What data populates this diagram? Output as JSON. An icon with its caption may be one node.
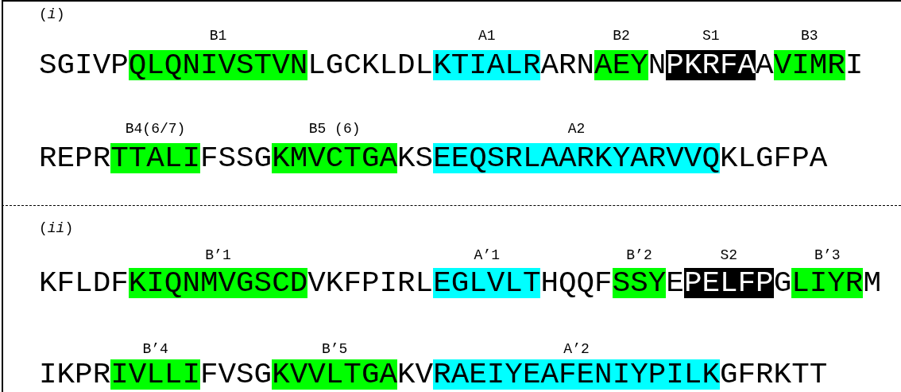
{
  "diagram": {
    "nodes": [
      {
        "text": [
          "(*i*)"
        ]
      },
      {
        "text": [
          "QLQNIVSTVN"
        ],
        "in": 0,
        "beside": [
          "B1"
        ]
      },
      {
        "text": [
          "KTIALR"
        ],
        "in": 0,
        "beside": [
          "A1"
        ]
      },
      {
        "text": [
          "AEY"
        ],
        "in": 0,
        "beside": [
          "B2"
        ]
      },
      {
        "text": [
          "PKRFA"
        ],
        "in": 0,
        "beside": [
          "S1"
        ]
      },
      {
        "text": [
          "VIMR"
        ],
        "in": 0,
        "beside": [
          "B3"
        ]
      },
      {
        "text": [
          "TTALI"
        ],
        "in": 0,
        "beside": [
          "B4(6/7)"
        ]
      },
      {
        "text": [
          "KMVCTGA"
        ],
        "in": 0,
        "beside": [
          "B5 (6)"
        ]
      },
      {
        "text": [
          "EEQSRLAARKYARVVQ"
        ],
        "in": 0,
        "beside": [
          "A2"
        ]
      },
      {
        "text": [
          "(*ii*)"
        ]
      },
      {
        "text": [
          "KIQNMVGSCD"
        ],
        "in": 9,
        "beside": [
          "B’1"
        ]
      },
      {
        "text": [
          "EGLVLT"
        ],
        "in": 9,
        "beside": [
          "A’1"
        ]
      },
      {
        "text": [
          "SSY"
        ],
        "in": 9,
        "beside": [
          "B’2"
        ]
      },
      {
        "text": [
          "PELFP"
        ],
        "in": 9,
        "beside": [
          "S2"
        ]
      },
      {
        "text": [
          "LIYR"
        ],
        "in": 9,
        "beside": [
          "B’3"
        ]
      },
      {
        "text": [
          "IVLLI"
        ],
        "in": 9,
        "beside": [
          "B’4"
        ]
      },
      {
        "text": [
          "KVVLTGA"
        ],
        "in": 9,
        "beside": [
          "B’5"
        ]
      },
      {
        "text": [
          "RAEIYEAFENIYPILK"
        ],
        "in": 9,
        "beside": [
          "A’2"
        ]
      }
    ],
    "labels": [
      "SGIVP",
      "LGCKLDL",
      "ARN",
      "N",
      "A",
      "I",
      "REPR",
      "FSSG",
      "KS",
      "KLGFPA",
      "KFLDF",
      "VKFPIRL",
      "HQQF",
      "E",
      "G",
      "M",
      "IKPR",
      "FVSG",
      "KV",
      "GFRKTT"
    ]
  }
}
